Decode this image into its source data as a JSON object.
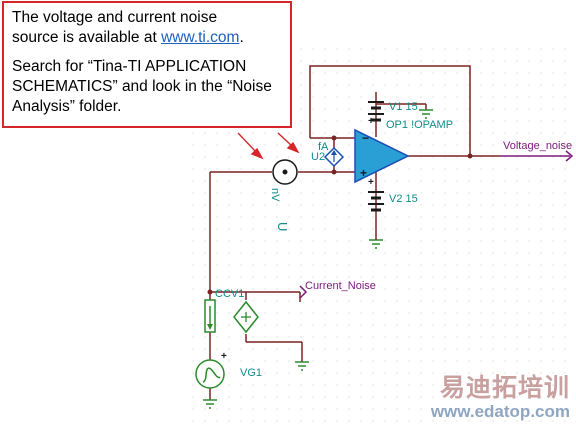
{
  "callout": {
    "line1": "The voltage and current noise",
    "line2_prefix": "source is available at ",
    "link": "www.ti.com",
    "line2_suffix": ".",
    "para2": "Search for “Tina-TI APPLICATION SCHEMATICS” and look in the “Noise Analysis” folder."
  },
  "labels": {
    "v1": "V1 15",
    "op1": "OP1 !OPAMP",
    "v2": "V2 15",
    "u2": "U2",
    "fa": "fA",
    "nv": "nV",
    "u1_mark": "U",
    "ccv1": "CCV1",
    "current_noise": "Current_Noise",
    "vg1": "VG1",
    "voltage_noise": "Voltage_noise",
    "minus": "−",
    "plus": "+"
  },
  "watermark": {
    "cn": "易迪拓培训",
    "url": "www.edatop.com"
  },
  "colors": {
    "wire": "#7a2323",
    "label": "#0f8c8c",
    "callout_border": "#d7262b",
    "net_label": "#7a1a7a",
    "component": "#1a4fb5",
    "ground": "#2c8a2c",
    "opamp_fill": "#2a9fd6"
  }
}
